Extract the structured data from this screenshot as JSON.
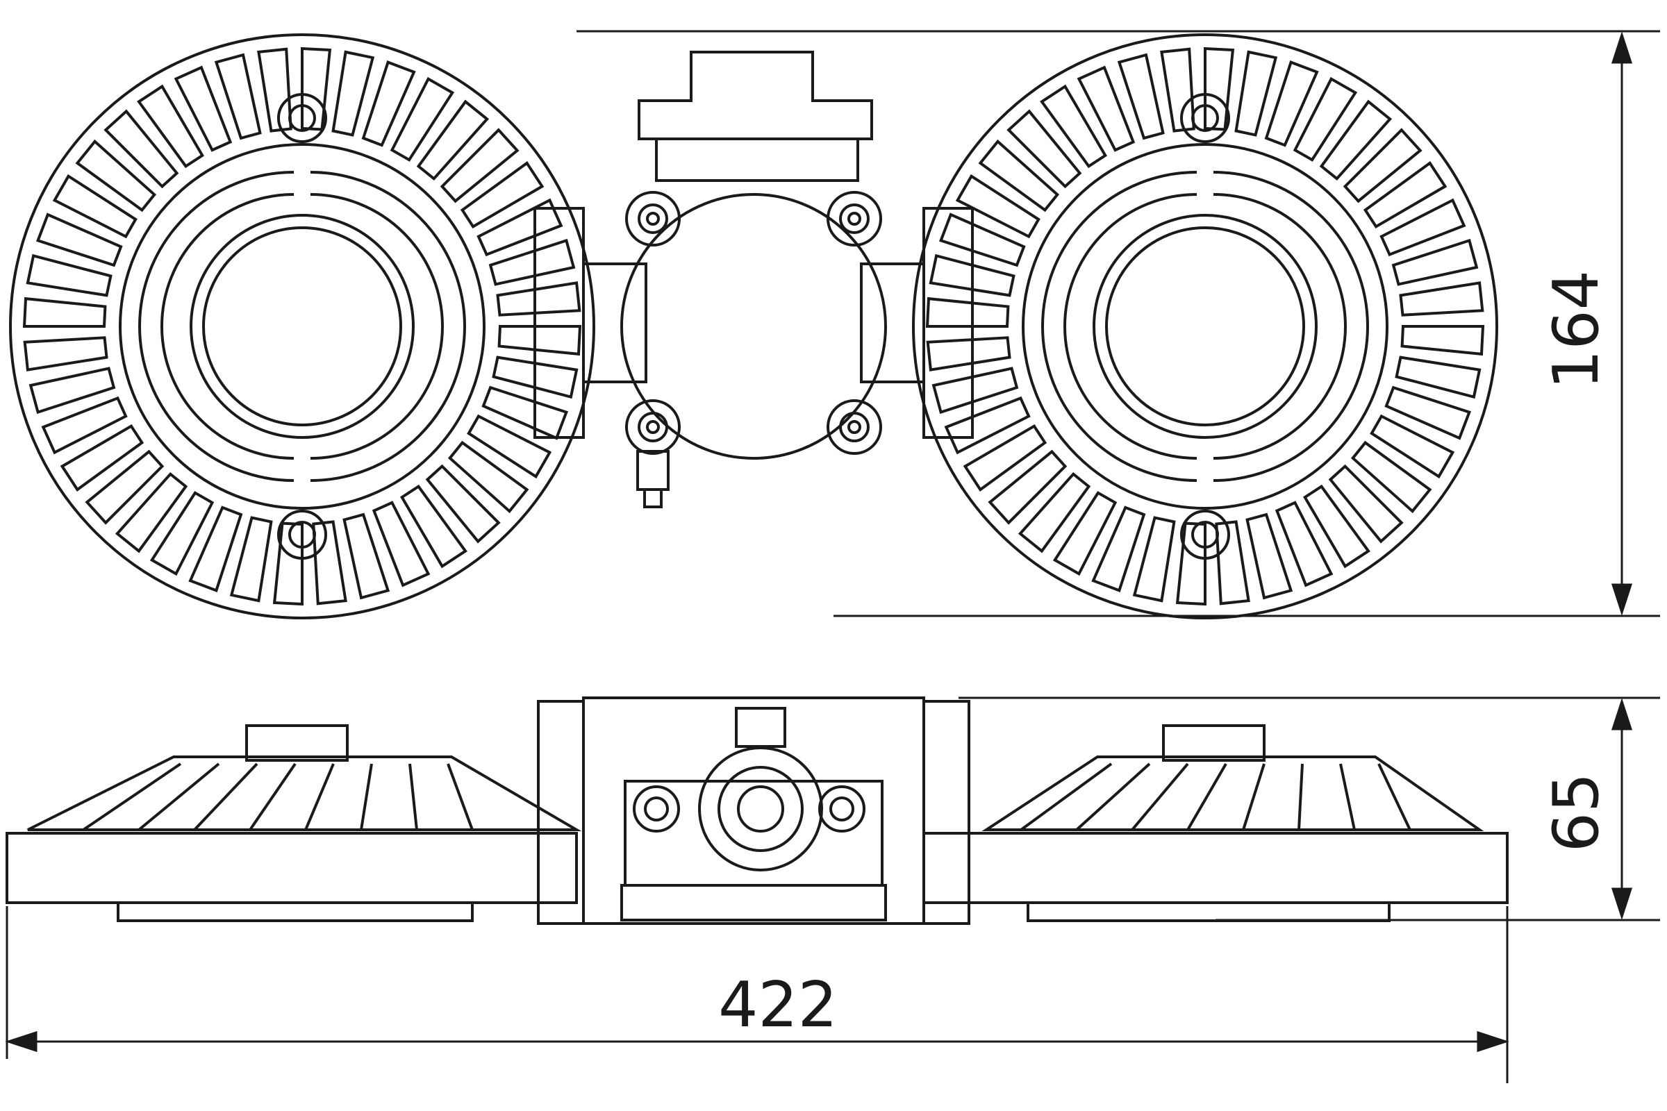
{
  "colors": {
    "line": "#1a1a1a",
    "background": "#ffffff"
  },
  "dimensions": {
    "height_top": "164",
    "height_side": "65",
    "width_total": "422"
  }
}
